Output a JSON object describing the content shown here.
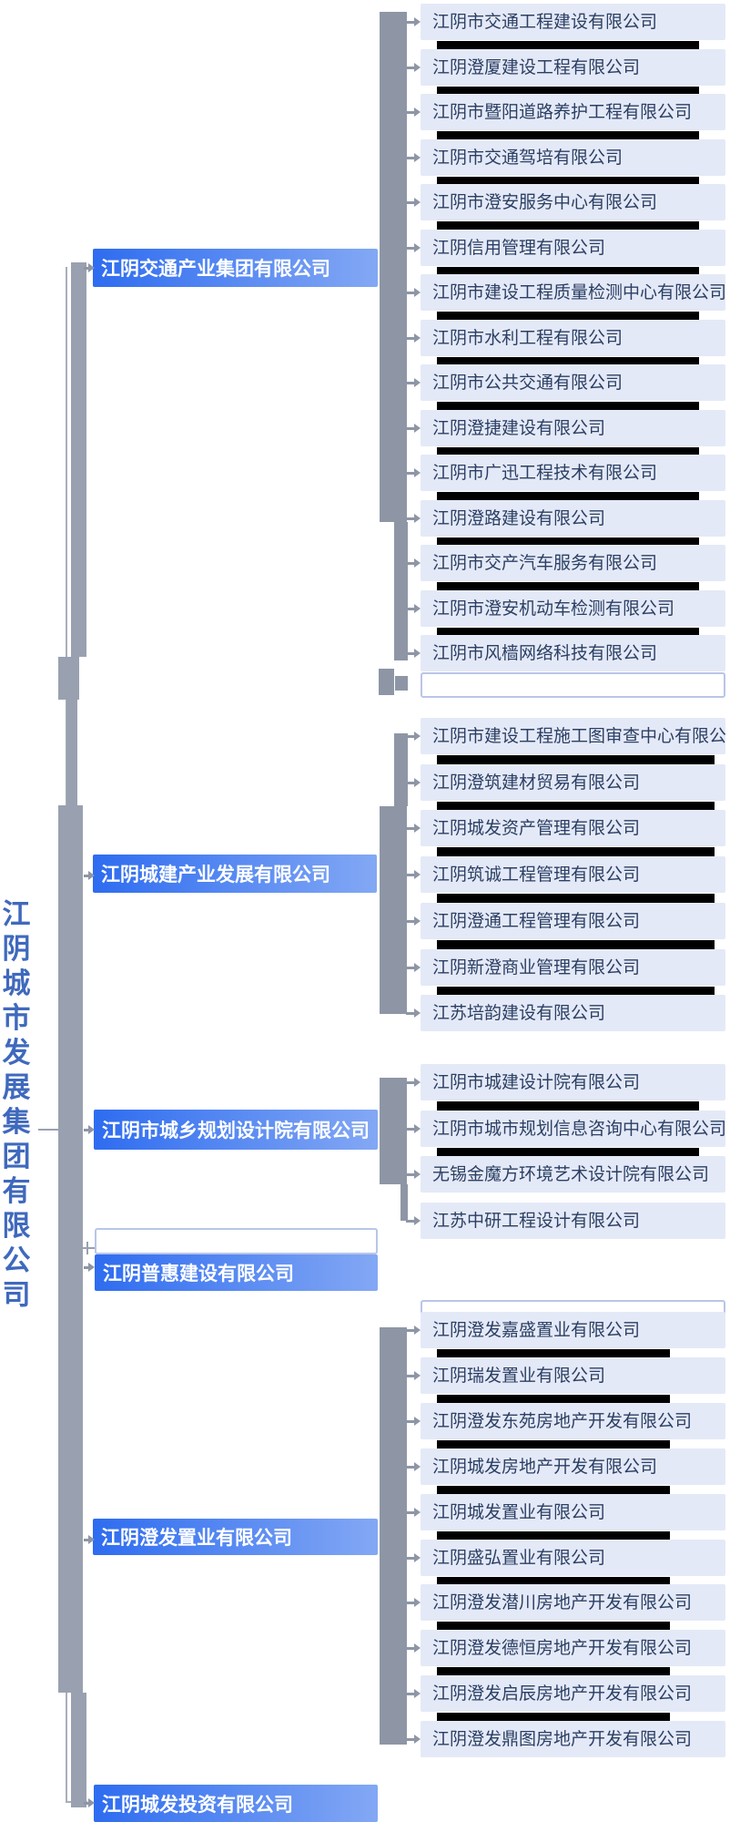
{
  "root": {
    "title": "江阴城市发展集团有限公司"
  },
  "colors": {
    "child_bg": "#e4e9f7",
    "child_text": "#2b3f63",
    "parent_grad_left": "#2e6cf0",
    "parent_grad_right": "#83a8f4",
    "trunk_gray": "#8e96a6",
    "leftbar_gray": "#99a1b0",
    "thin_line_gray": "#a9aeba",
    "redaction_black": "#000000",
    "empty_box_border": "#b9c5e8",
    "root_text_blue": "#3f69bd"
  },
  "groups": [
    {
      "parent": "江阴交通产业集团有限公司",
      "children": [
        {
          "name": "江阴市交通工程建设有限公司",
          "redacted": true
        },
        {
          "name": "江阴澄厦建设工程有限公司",
          "redacted": true
        },
        {
          "name": "江阴市暨阳道路养护工程有限公司",
          "redacted": true
        },
        {
          "name": "江阴市交通驾培有限公司",
          "redacted": true
        },
        {
          "name": "江阴市澄安服务中心有限公司",
          "redacted": true
        },
        {
          "name": "江阴信用管理有限公司",
          "redacted": true
        },
        {
          "name": "江阴市建设工程质量检测中心有限公司",
          "redacted": true
        },
        {
          "name": "江阴市水利工程有限公司",
          "redacted": true
        },
        {
          "name": "江阴市公共交通有限公司",
          "redacted": true
        },
        {
          "name": "江阴澄捷建设有限公司",
          "redacted": true
        },
        {
          "name": "江阴市广迅工程技术有限公司",
          "redacted": true
        },
        {
          "name": "江阴澄路建设有限公司",
          "redacted": true
        },
        {
          "name": "江阴市交产汽车服务有限公司",
          "redacted": true
        },
        {
          "name": "江阴市澄安机动车检测有限公司",
          "redacted": true
        },
        {
          "name": "江阴市风樯网络科技有限公司",
          "redacted": false
        }
      ]
    },
    {
      "parent": "江阴城建产业发展有限公司",
      "children": [
        {
          "name": "江阴市建设工程施工图审查中心有限公司",
          "redacted": true
        },
        {
          "name": "江阴澄筑建材贸易有限公司",
          "redacted": true
        },
        {
          "name": "江阴城发资产管理有限公司",
          "redacted": true
        },
        {
          "name": "江阴筑诚工程管理有限公司",
          "redacted": true
        },
        {
          "name": "江阴澄通工程管理有限公司",
          "redacted": true
        },
        {
          "name": "江阴新澄商业管理有限公司",
          "redacted": true
        },
        {
          "name": "江苏培韵建设有限公司",
          "redacted": false
        }
      ]
    },
    {
      "parent": "江阴市城乡规划设计院有限公司",
      "children": [
        {
          "name": "江阴市城建设计院有限公司",
          "redacted": true
        },
        {
          "name": "江阴市城市规划信息咨询中心有限公司",
          "redacted": true
        },
        {
          "name": "无锡金魔方环境艺术设计院有限公司",
          "redacted": false
        },
        {
          "name": "江苏中研工程设计有限公司",
          "redacted": false
        }
      ]
    },
    {
      "parent": "江阴普惠建设有限公司",
      "children": []
    },
    {
      "parent": "江阴澄发置业有限公司",
      "children": [
        {
          "name": "江阴澄发嘉盛置业有限公司",
          "redacted": true
        },
        {
          "name": "江阴瑞发置业有限公司",
          "redacted": true
        },
        {
          "name": "江阴澄发东苑房地产开发有限公司",
          "redacted": true
        },
        {
          "name": "江阴城发房地产开发有限公司",
          "redacted": true
        },
        {
          "name": "江阴城发置业有限公司",
          "redacted": true
        },
        {
          "name": "江阴盛弘置业有限公司",
          "redacted": true
        },
        {
          "name": "江阴澄发潜川房地产开发有限公司",
          "redacted": true
        },
        {
          "name": "江阴澄发德恒房地产开发有限公司",
          "redacted": true
        },
        {
          "name": "江阴澄发启辰房地产开发有限公司",
          "redacted": true
        },
        {
          "name": "江阴澄发鼎图房地产开发有限公司",
          "redacted": false
        }
      ]
    },
    {
      "parent": "江阴城发投资有限公司",
      "children": []
    }
  ]
}
